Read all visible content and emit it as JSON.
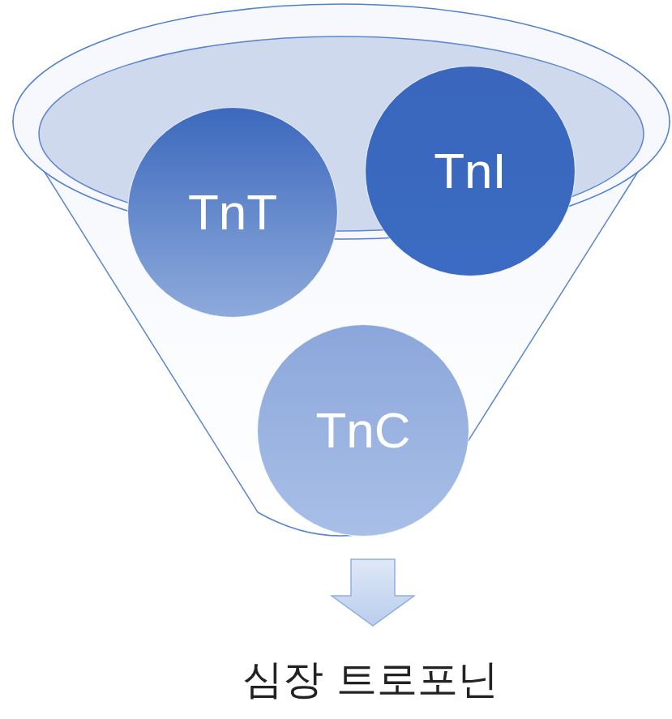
{
  "diagram": {
    "nodes": [
      {
        "text": [
          "TnT"
        ]
      },
      {
        "text": [
          "TnI"
        ]
      },
      {
        "text": [
          "TnC"
        ]
      }
    ],
    "labels": [
      "심장 트로포닌"
    ]
  }
}
